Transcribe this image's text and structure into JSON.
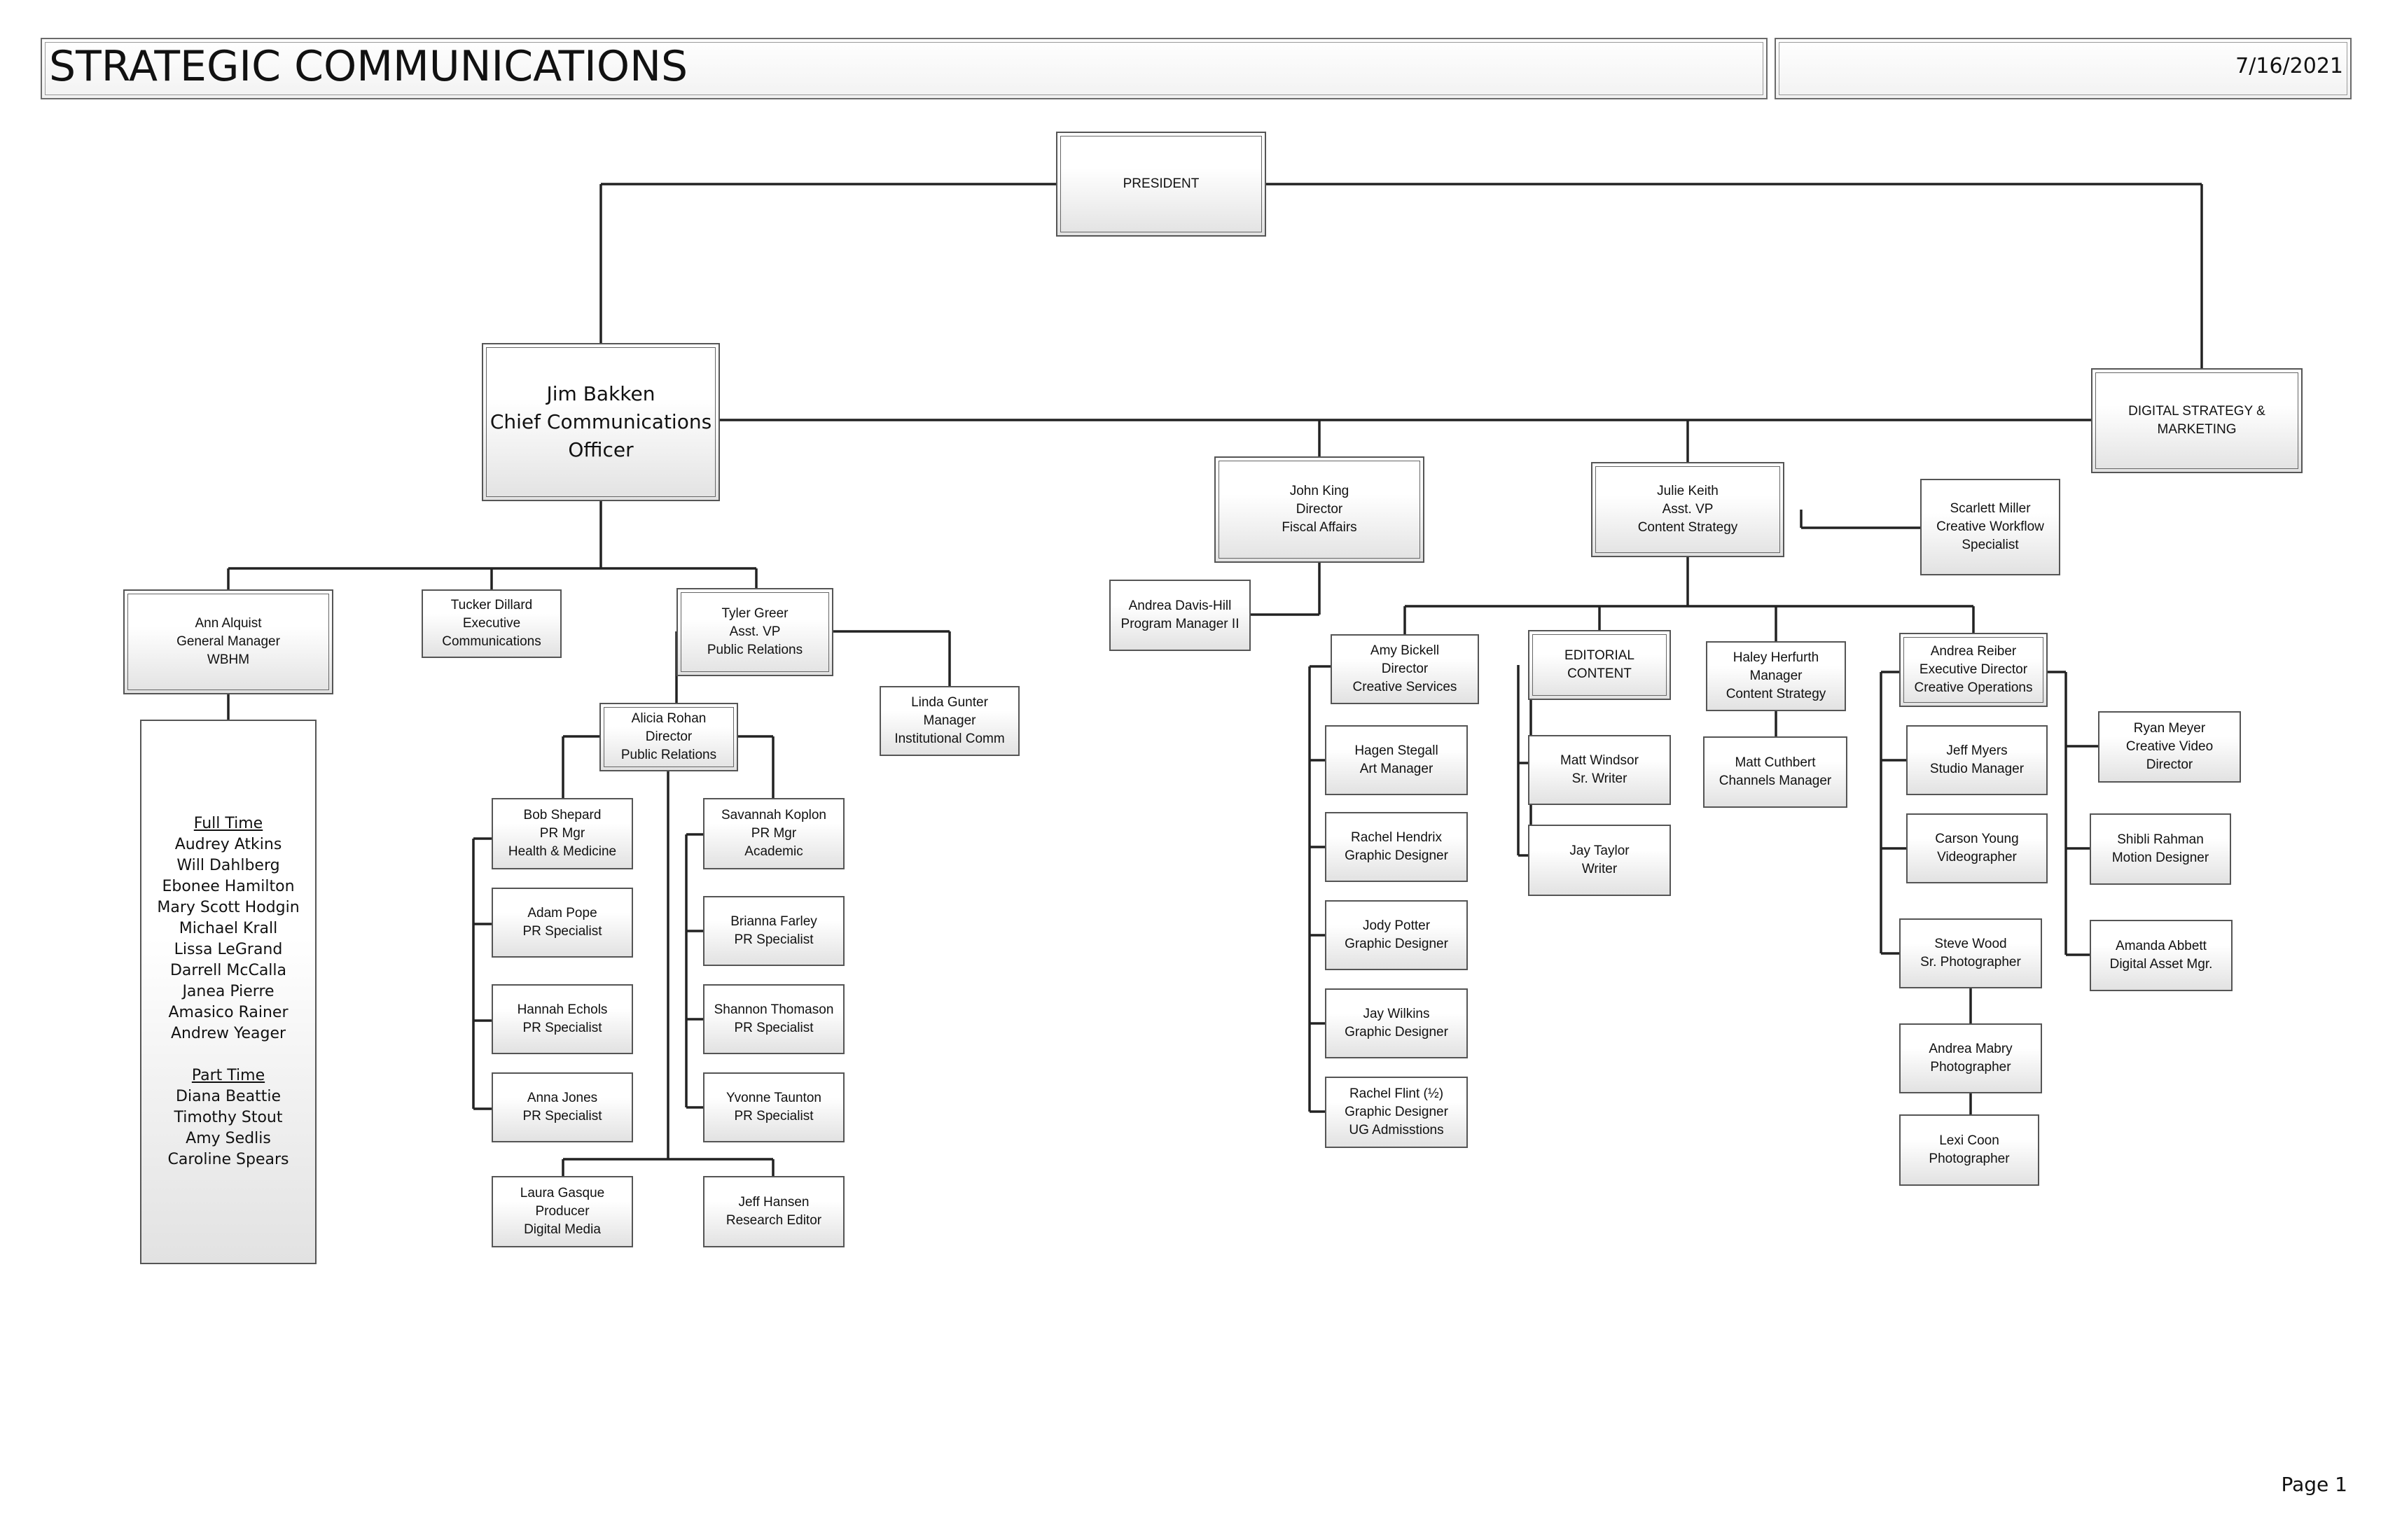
{
  "header": {
    "title": "STRATEGIC COMMUNICATIONS",
    "date": "7/16/2021"
  },
  "footer": {
    "page": "Page 1"
  },
  "boxes": {
    "president": "PRESIDENT",
    "cco": "Jim Bakken\nChief Communications\nOfficer",
    "digital": "DIGITAL STRATEGY &\nMARKETING",
    "alquist": "Ann Alquist\nGeneral Manager\nWBHM",
    "dillard": "Tucker Dillard\nExecutive\nCommunications",
    "greer": "Tyler Greer\nAsst. VP\nPublic Relations",
    "gunter": "Linda Gunter\nManager\nInstitutional  Comm",
    "rohan": "Alicia Rohan\nDirector\nPublic Relations",
    "shepard": "Bob Shepard\nPR Mgr\nHealth & Medicine",
    "pope": "Adam Pope\nPR Specialist",
    "echols": "Hannah Echols\nPR Specialist",
    "jones": "Anna Jones\nPR Specialist",
    "koplon": "Savannah Koplon\nPR Mgr\nAcademic",
    "farley": "Brianna Farley\nPR Specialist",
    "thomason": "Shannon Thomason\nPR Specialist",
    "taunton": "Yvonne Taunton\nPR Specialist",
    "gasque": "Laura Gasque\nProducer\nDigital Media",
    "hansen": "Jeff Hansen\nResearch Editor",
    "king": "John King\nDirector\nFiscal Affairs",
    "davishill": "Andrea Davis-Hill\nProgram Manager II",
    "keith": "Julie Keith\nAsst. VP\nContent Strategy",
    "miller": "Scarlett Miller\nCreative Workflow\nSpecialist",
    "bickell": "Amy Bickell\nDirector\nCreative Services",
    "stegall": "Hagen Stegall\nArt Manager",
    "hendrix": "Rachel Hendrix\nGraphic  Designer",
    "potter": "Jody Potter\nGraphic Designer",
    "wilkins": "Jay Wilkins\nGraphic Designer",
    "flint": "Rachel Flint (½)\nGraphic Designer\nUG Admisstions",
    "editorial": "EDITORIAL\nCONTENT",
    "windsor": "Matt Windsor\nSr. Writer",
    "taylor": "Jay Taylor\nWriter",
    "herfurth": "Haley Herfurth\nManager\nContent Strategy",
    "cuthbert": "Matt Cuthbert\nChannels Manager",
    "reiber": "Andrea Reiber\nExecutive Director\nCreative Operations",
    "myers": "Jeff Myers\nStudio Manager",
    "young": "Carson Young\nVideographer",
    "wood": "Steve Wood\nSr. Photographer",
    "mabry": "Andrea Mabry\nPhotographer",
    "coon": "Lexi Coon\nPhotographer",
    "meyer": "Ryan Meyer\nCreative Video\nDirector",
    "rahman": "Shibli Rahman\nMotion Designer",
    "abbett": "Amanda Abbett\nDigital Asset Mgr."
  },
  "wbhm_staff": {
    "full_time_heading": "Full Time",
    "full_time": [
      "Audrey Atkins",
      "Will Dahlberg",
      "Ebonee Hamilton",
      "Mary Scott Hodgin",
      "Michael Krall",
      "Lissa LeGrand",
      "Darrell McCalla",
      "Janea Pierre",
      "Amasico Rainer",
      "Andrew Yeager"
    ],
    "part_time_heading": "Part Time",
    "part_time": [
      "Diana Beattie",
      "Timothy Stout",
      "Amy Sedlis",
      "Caroline Spears"
    ]
  }
}
